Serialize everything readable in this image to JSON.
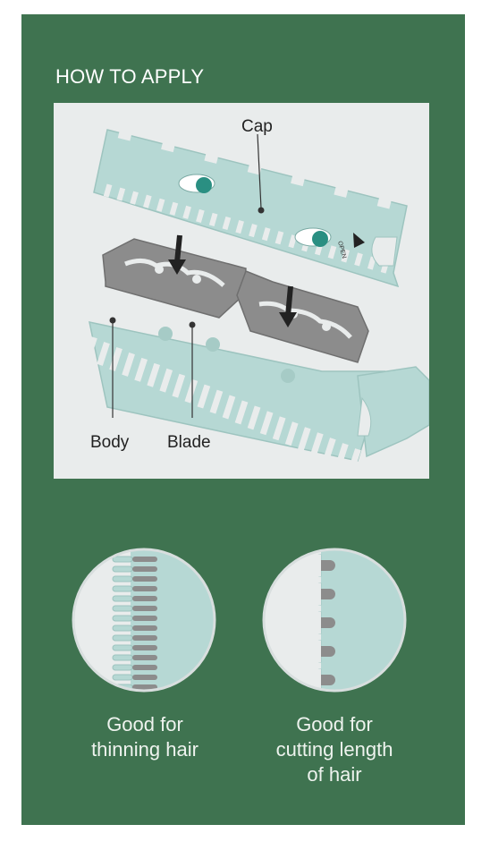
{
  "heading": "HOW TO APPLY",
  "diagram": {
    "labels": {
      "cap": "Cap",
      "body": "Body",
      "blade": "Blade"
    },
    "cap_marking": "OPEN"
  },
  "modes": [
    {
      "line1": "Good for",
      "line2": "thinning hair",
      "line3": ""
    },
    {
      "line1": "Good for",
      "line2": "cutting length",
      "line3": "of hair"
    }
  ],
  "colors": {
    "panel": "#3f7350",
    "comb": "#b6d8d4",
    "comb_outline": "#9dc4bf",
    "blade": "#8c8c8c",
    "dot_teal": "#2a8f82"
  }
}
